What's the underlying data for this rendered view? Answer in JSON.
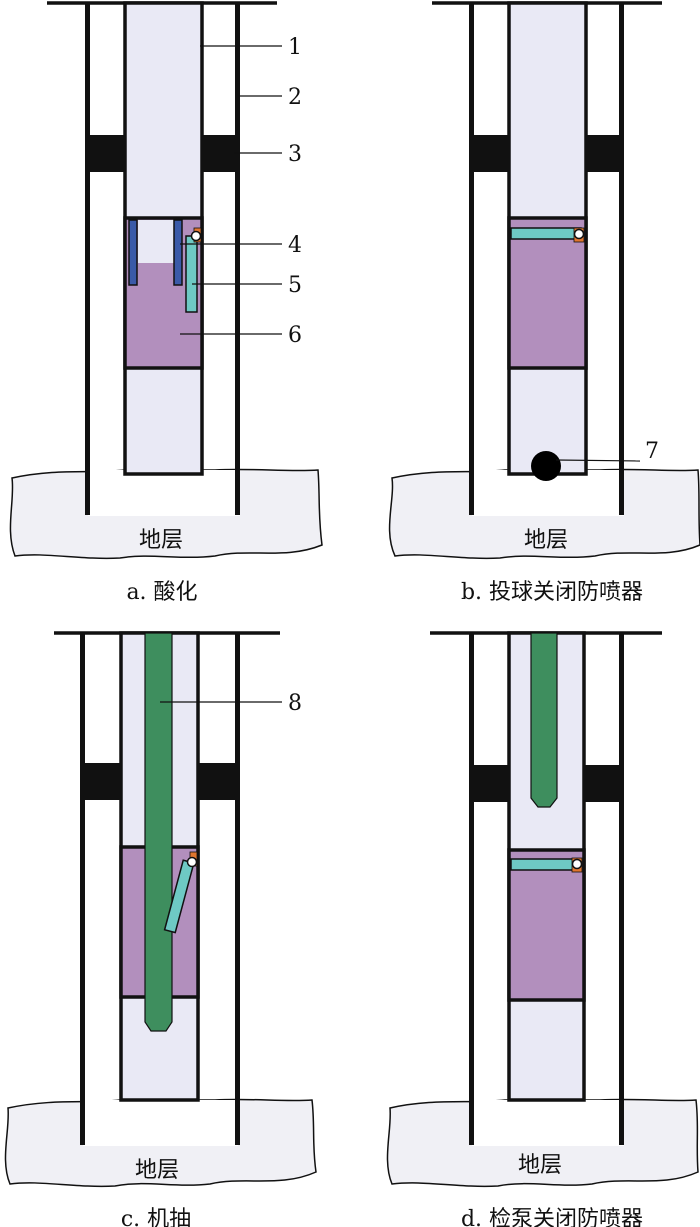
{
  "colors": {
    "tubing_fill": "#e9e9f5",
    "packer": "#111111",
    "valve_body": "#b28fbd",
    "valve_seat": "#3a5aa8",
    "flapper": "#6ec9c4",
    "hinge": "#e0762f",
    "rod": "#3e8e5e",
    "formation": "#f0f0f5",
    "ball": "#000000"
  },
  "panels": [
    {
      "caption": "a. 酸化",
      "formation_label": "地层",
      "state": "acidizing"
    },
    {
      "caption": "b. 投球关闭防喷器",
      "formation_label": "地层",
      "state": "ball-closed"
    },
    {
      "caption": "c. 机抽",
      "formation_label": "地层",
      "state": "rod-pumping"
    },
    {
      "caption": "d. 检泵关闭防喷器",
      "formation_label": "地层",
      "state": "pump-inspection-closed"
    }
  ],
  "callouts": [
    "1",
    "2",
    "3",
    "4",
    "5",
    "6",
    "7",
    "8"
  ]
}
